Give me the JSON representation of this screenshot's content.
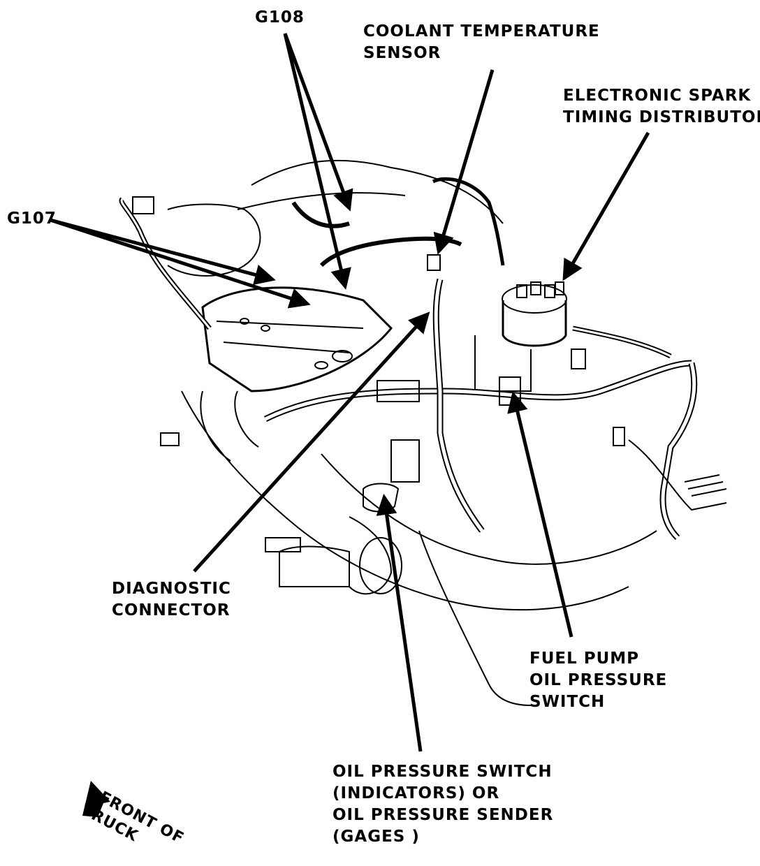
{
  "labels": {
    "g108": "G108",
    "g107": "G107",
    "coolant_line1": "COOLANT TEMPERATURE",
    "coolant_line2": "SENSOR",
    "spark_line1": "ELECTRONIC SPARK",
    "spark_line2": "TIMING DISTRIBUTOR",
    "diag_line1": "DIAGNOSTIC",
    "diag_line2": "CONNECTOR",
    "fuel_line1": "FUEL PUMP",
    "fuel_line2": "OIL PRESSURE",
    "fuel_line3": "SWITCH",
    "oil_line1": "OIL PRESSURE SWITCH",
    "oil_line2": "(INDICATORS) OR",
    "oil_line3": "OIL PRESSURE SENDER",
    "oil_line4": "(GAGES )",
    "front_line1": "FRONT OF",
    "front_line2": "TRUCK"
  },
  "icons": {
    "front_arrow": "front-direction-arrow-icon",
    "engine": "engine-line-drawing"
  },
  "colors": {
    "ink": "#000000",
    "paper": "#ffffff"
  }
}
